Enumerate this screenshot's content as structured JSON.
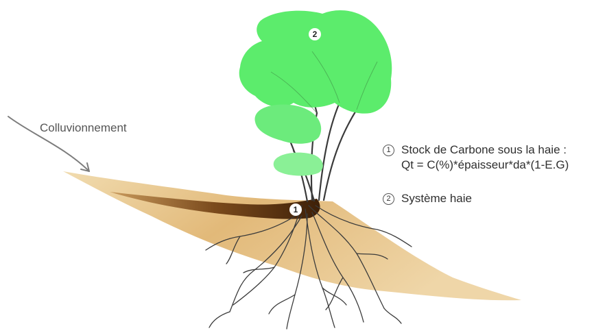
{
  "labels": {
    "colluvionnement": "Colluvionnement"
  },
  "legend": {
    "item1_number": "1",
    "item1_line1": "Stock de Carbone sous la haie :",
    "item1_line2": "Qt = C(%)*épaisseur*da*(1-E.G)",
    "item2_number": "2",
    "item2_text": "Système haie"
  },
  "markers": {
    "soil": "1",
    "canopy": "2"
  },
  "colors": {
    "canopy": "#5aea6a",
    "soil": "#e8c48a",
    "dark_soil": "#4a2a10",
    "roots": "#3d3d3d",
    "arrow": "#7a7a7a"
  }
}
